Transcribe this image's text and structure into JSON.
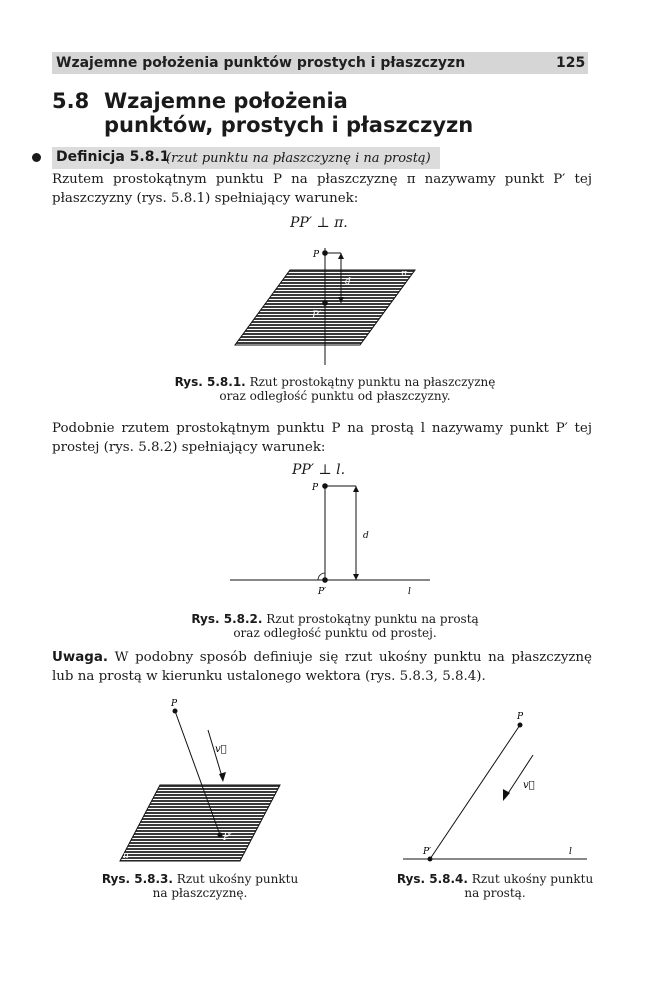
{
  "header": {
    "running_head": "Wzajemne położenia punktów prostych i płaszczyzn",
    "page_number": "125"
  },
  "section": {
    "number": "5.8",
    "title_line1": "Wzajemne położenia",
    "title_line2": "punktów, prostych i płaszczyzn"
  },
  "definition": {
    "label": "Definicja 5.8.1",
    "note": "(rzut punktu na płaszczyznę i na prostą)"
  },
  "paragraph1": "Rzutem prostokątnym punktu P na płaszczyznę π nazywamy punkt P′ tej płaszczyzny (rys. 5.8.1) spełniający warunek:",
  "formula1": "PP′ ⊥ π.",
  "fig1": {
    "labels": {
      "P": "P",
      "d": "d",
      "P_prime": "P′",
      "pi": "π"
    },
    "caption_label": "Rys. 5.8.1.",
    "caption_text": "Rzut prostokątny punktu na płaszczyznę",
    "caption_line2": "oraz odległość punktu od płaszczyzny."
  },
  "paragraph2": "Podobnie rzutem prostokątnym punktu P na prostą l nazywamy punkt P′ tej prostej (rys. 5.8.2) spełniający warunek:",
  "formula2": "PP′ ⊥ l.",
  "fig2": {
    "labels": {
      "P": "P",
      "d": "d",
      "P_prime": "P′",
      "l": "l"
    },
    "caption_label": "Rys. 5.8.2.",
    "caption_text": "Rzut prostokątny punktu na prostą",
    "caption_line2": "oraz odległość punktu od prostej."
  },
  "remark": {
    "label": "Uwaga.",
    "text": "W podobny sposób definiuje się rzut ukośny punktu na płaszczyznę lub na prostą w kierunku ustalonego wektora (rys. 5.8.3, 5.8.4)."
  },
  "fig3": {
    "labels": {
      "P": "P",
      "v": "v⃗",
      "P_prime": "P′",
      "pi": "π"
    },
    "caption_label": "Rys. 5.8.3.",
    "caption_text": "Rzut ukośny punktu",
    "caption_line2": "na płaszczyznę."
  },
  "fig4": {
    "labels": {
      "P": "P",
      "v": "v⃗",
      "P_prime": "P′",
      "l": "l"
    },
    "caption_label": "Rys. 5.8.4.",
    "caption_text": "Rzut ukośny punktu",
    "caption_line2": "na prostą."
  }
}
